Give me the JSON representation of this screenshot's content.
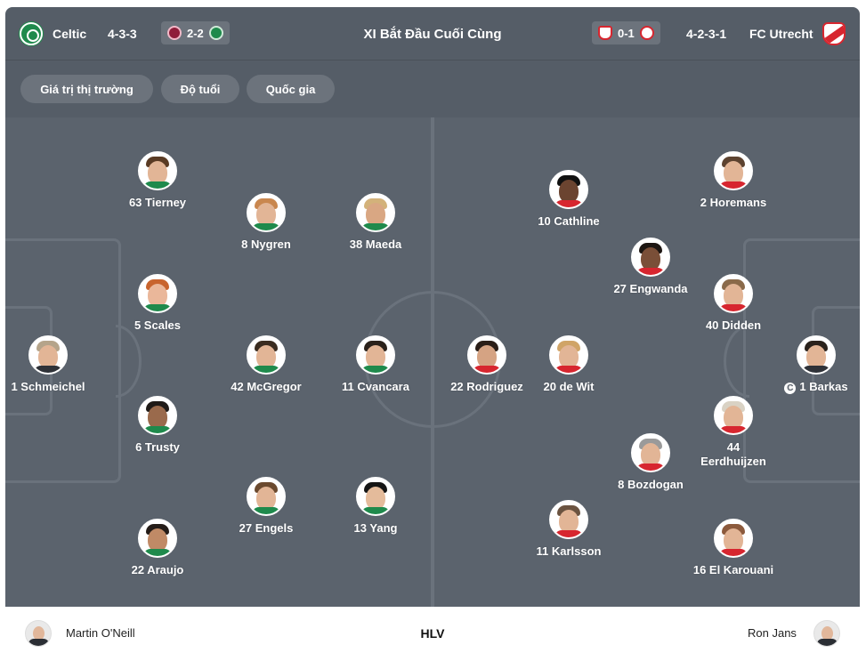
{
  "header": {
    "home_team": "Celtic",
    "home_formation": "4-3-3",
    "home_last_score": "2-2",
    "title": "XI Bắt Đầu Cuối Cùng",
    "away_last_score": "0-1",
    "away_formation": "4-2-3-1",
    "away_team": "FC Utrecht"
  },
  "filters": [
    "Giá trị thị trường",
    "Độ tuổi",
    "Quốc gia"
  ],
  "home_players": [
    {
      "label": "63 Tierney"
    },
    {
      "label": "8 Nygren"
    },
    {
      "label": "38 Maeda"
    },
    {
      "label": "5 Scales"
    },
    {
      "label": "1 Schmeichel"
    },
    {
      "label": "42 McGregor"
    },
    {
      "label": "11 Cvancara"
    },
    {
      "label": "6 Trusty"
    },
    {
      "label": "27 Engels"
    },
    {
      "label": "13 Yang"
    },
    {
      "label": "22 Araujo"
    }
  ],
  "away_players": [
    {
      "label": "10 Cathline"
    },
    {
      "label": "2 Horemans"
    },
    {
      "label": "27 Engwanda"
    },
    {
      "label": "40 Didden"
    },
    {
      "label": "22 Rodriguez"
    },
    {
      "label": "20 de Wit"
    },
    {
      "label": "1 Barkas",
      "captain_mark": "C"
    },
    {
      "label": "44 Eerdhuijzen"
    },
    {
      "label": "8 Bozdogan"
    },
    {
      "label": "11 Karlsson"
    },
    {
      "label": "16 El Karouani"
    }
  ],
  "footer": {
    "home_coach": "Martin O'Neill",
    "coach_title": "HLV",
    "away_coach": "Ron Jans"
  },
  "colors": {
    "header_bg": "#555d67",
    "pitch_bg": "#5b636d",
    "pill_bg": "#6c737c",
    "celtic_green": "#1f8a4c",
    "utrecht_red": "#d7262f"
  },
  "icons": {
    "home_crest": "celtic-crest-icon",
    "away_crest": "utrecht-crest-icon",
    "captain": "captain-icon"
  }
}
